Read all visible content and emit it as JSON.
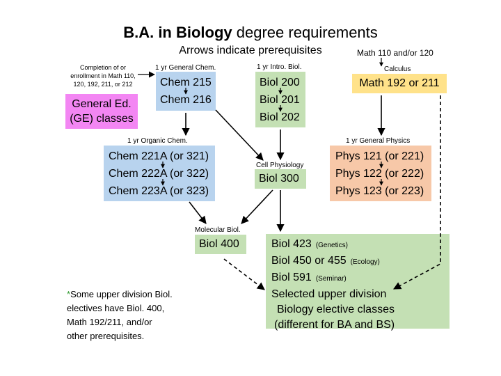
{
  "title": {
    "bold": "B.A. in Biology",
    "rest": " degree requirements"
  },
  "subtitle": "Arrows indicate prerequisites",
  "completion_note": [
    "Completion of or",
    "enrollment in Math 110,",
    "120, 192, 211, or 212"
  ],
  "general_ed": [
    "General Ed.",
    "(GE) classes"
  ],
  "gen_chem": {
    "label": "1 yr General Chem.",
    "courses": [
      "Chem 215",
      "Chem 216"
    ]
  },
  "intro_bio": {
    "label": "1 yr Intro. Biol.",
    "courses": [
      "Biol 200",
      "Biol 201",
      "Biol 202"
    ]
  },
  "math_prereq": "Math 110 and/or 120",
  "calculus": {
    "label": "Calculus",
    "course": "Math 192 or 211"
  },
  "organic_chem": {
    "label": "1 yr Organic Chem.",
    "courses": [
      "Chem 221A (or 321)",
      "Chem 222A (or 322)",
      "Chem 223A (or 323)"
    ]
  },
  "cell_phys": {
    "label": "Cell Physiology",
    "course": "Biol 300"
  },
  "physics": {
    "label": "1 yr General Physics",
    "courses": [
      "Phys 121 (or 221)",
      "Phys 122 (or 222)",
      "Phys 123 (or 223)"
    ]
  },
  "mol_bio": {
    "label": "Molecular Biol.",
    "course": "Biol 400"
  },
  "upper": {
    "courses": [
      {
        "name": "Biol 423",
        "tag": "(Genetics)"
      },
      {
        "name": "Biol 450 or 455",
        "tag": "(Ecology)"
      },
      {
        "name": "Biol 591",
        "tag": "(Seminar)"
      }
    ],
    "electives": [
      "Selected upper division",
      "Biology elective classes",
      "(different for BA and BS)"
    ]
  },
  "footnote": {
    "star": "*",
    "lines": [
      "Some upper division Biol.",
      "electives have Biol. 400,",
      "Math 192/211, and/or",
      "other prerequisites."
    ]
  },
  "colors": {
    "blue": "#b8d3ee",
    "green": "#c4e0b4",
    "yellow": "#ffe28a",
    "orange": "#f7c8a8",
    "pink": "#f386f3"
  }
}
